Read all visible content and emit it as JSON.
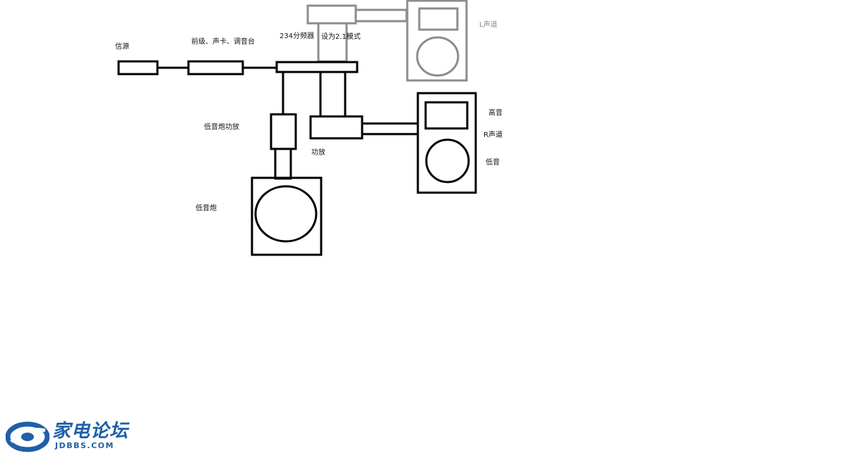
{
  "labels": {
    "source": "信源",
    "preamp": "前级、声卡、调音台",
    "crossover": "234分频器",
    "mode": "设为2.1模式",
    "left_channel": "L声道",
    "tweeter": "高音",
    "right_channel": "R声道",
    "woofer": "低音",
    "sub_amp": "低音炮功放",
    "amp": "功放",
    "subwoofer": "低音炮"
  },
  "logo": {
    "name": "家电论坛",
    "url_text": "JDBBS.COM"
  },
  "colors": {
    "line": "#000000",
    "faded_line": "#8c8c8c",
    "brand": "#1f5fa8"
  }
}
